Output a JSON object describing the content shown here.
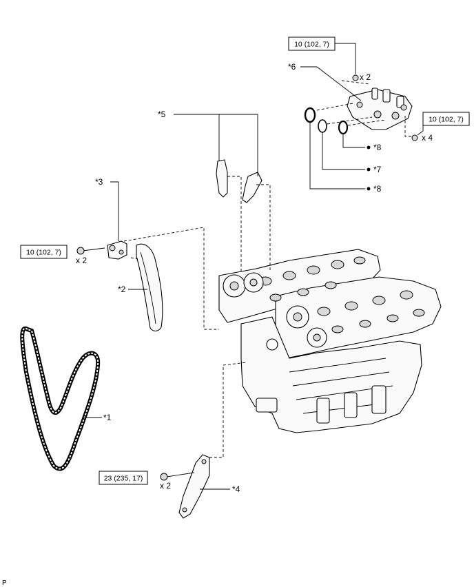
{
  "callouts": {
    "c1": "*1",
    "c2": "*2",
    "c3": "*3",
    "c4": "*4",
    "c5": "*5",
    "c6": "*6",
    "c7": "*7",
    "c8a": "*8",
    "c8b": "*8"
  },
  "torque": {
    "t_housing_top": "10 (102, 7)",
    "t_housing_right": "10 (102, 7)",
    "t_tensioner": "10 (102, 7)",
    "t_guide": "23 (235, 17)"
  },
  "quantities": {
    "q_housing_top": "x 2",
    "q_housing_right": "x 4",
    "q_tensioner": "x 2",
    "q_guide": "x 2"
  },
  "footer": {
    "code": "P"
  }
}
